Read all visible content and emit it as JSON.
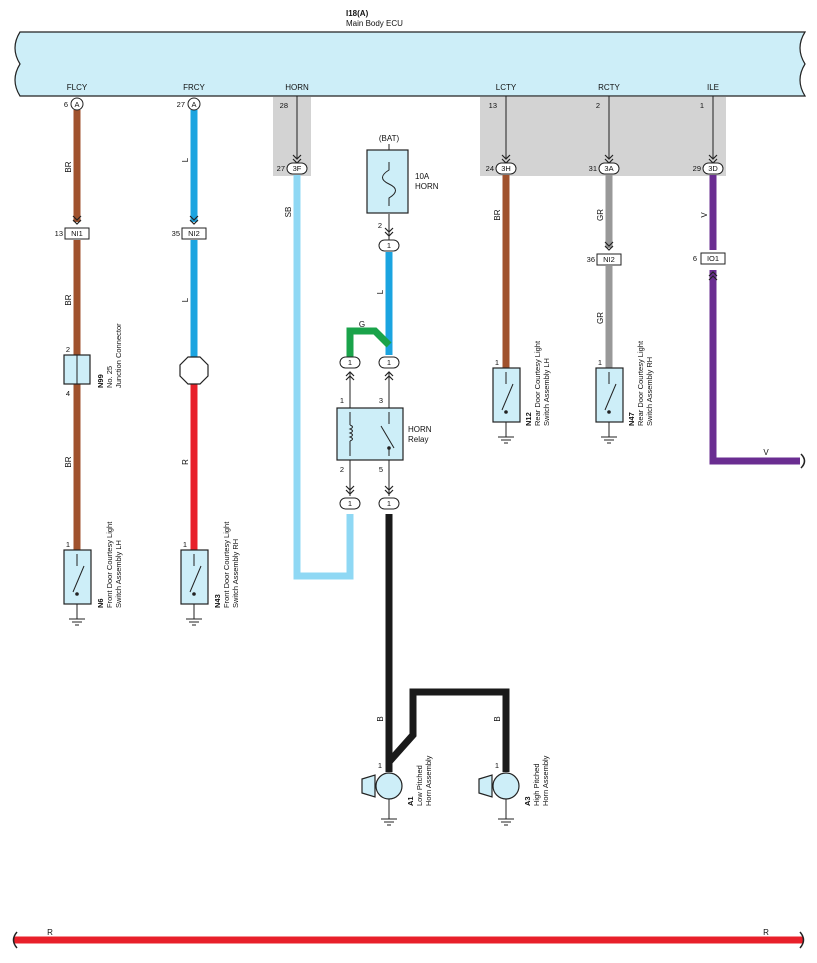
{
  "ecu": {
    "code": "I18(A)",
    "name": "Main Body ECU"
  },
  "ecu_terminals": [
    {
      "name": "FLCY",
      "pin": "6",
      "conn": "A"
    },
    {
      "name": "FRCY",
      "pin": "27",
      "conn": "A"
    },
    {
      "name": "HORN",
      "pin": "28"
    },
    {
      "name": "LCTY",
      "pin": "13"
    },
    {
      "name": "RCTY",
      "pin": "2"
    },
    {
      "name": "ILE",
      "pin": "1"
    }
  ],
  "junction_pins": [
    {
      "pin": "27",
      "label": "3F"
    },
    {
      "pin": "24",
      "label": "3H"
    },
    {
      "pin": "31",
      "label": "3A"
    },
    {
      "pin": "29",
      "label": "3D"
    }
  ],
  "connectors": [
    {
      "pin": "13",
      "label": "NI1"
    },
    {
      "pin": "35",
      "label": "NI2"
    },
    {
      "pin": "36",
      "label": "NI2"
    },
    {
      "pin": "6",
      "label": "IO1"
    }
  ],
  "wire_colors": {
    "flcy": "BR",
    "flcy_mid": "BR",
    "flcy_low": "BR",
    "frcy": "L",
    "frcy_mid": "L",
    "frcy_low": "R",
    "horn": "SB",
    "lcty": "BR",
    "rcty": "GR",
    "rcty_low": "GR",
    "ile": "V",
    "ile_out": "V",
    "fuse_out": "L",
    "relay_in": "G",
    "horn_low": "B",
    "horn_high": "B",
    "bottom_left": "R",
    "bottom_right": "R"
  },
  "fuse": {
    "source": "(BAT)",
    "rating": "10A",
    "name": "HORN",
    "out_pin": "2"
  },
  "horn_relay": {
    "name": "HORN",
    "sub": "Relay",
    "pin1": "1",
    "pin2": "2",
    "pin3": "3",
    "pin5": "5"
  },
  "relay_connector_pin": "1",
  "junction_connector": {
    "code": "N99",
    "line1": "No. 25",
    "line2": "Junction Connector",
    "pin_top": "2",
    "pin_bottom": "4"
  },
  "switches": [
    {
      "code": "N6",
      "line1": "Front Door Courtesy Light",
      "line2": "Switch Assembly LH",
      "pin": "1"
    },
    {
      "code": "N43",
      "line1": "Front Door Courtesy Light",
      "line2": "Switch Assembly RH",
      "pin": "1"
    },
    {
      "code": "N12",
      "line1": "Rear Door Courtesy Light",
      "line2": "Switch Assembly LH",
      "pin": "1"
    },
    {
      "code": "N47",
      "line1": "Rear Door Courtesy Light",
      "line2": "Switch Assembly RH",
      "pin": "1"
    }
  ],
  "horns": [
    {
      "code": "A1",
      "line1": "Low Pitched",
      "line2": "Horn Assembly",
      "pin": "1"
    },
    {
      "code": "A3",
      "line1": "High Pitched",
      "line2": "Horn Assembly",
      "pin": "1"
    }
  ],
  "colors": {
    "ecu_fill": "#cdeef8",
    "wire_br": "#a0522d",
    "wire_l": "#1ba4e0",
    "wire_r": "#e8202a",
    "wire_sb": "#8fd8f4",
    "wire_gr": "#999999",
    "wire_v": "#6a2d91",
    "wire_g": "#1aa34a",
    "wire_b": "#1a1a1a",
    "junction_grey": "#d3d3d3"
  }
}
